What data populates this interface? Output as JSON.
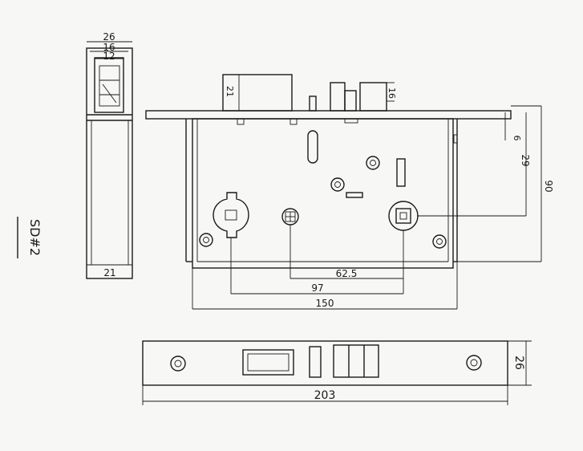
{
  "drawing": {
    "model_code": "SD#2",
    "side_view": {
      "top_width": "26",
      "inner_width_1": "16",
      "inner_width_2": "12",
      "bottom_width": "21"
    },
    "front_view": {
      "h_bolt": "21",
      "h_latch": "16",
      "d_6": "6",
      "d_29": "29",
      "d_90": "90",
      "d_62_5": "62.5",
      "d_97": "97",
      "d_150": "150"
    },
    "faceplate": {
      "height": "26",
      "length": "203"
    }
  }
}
